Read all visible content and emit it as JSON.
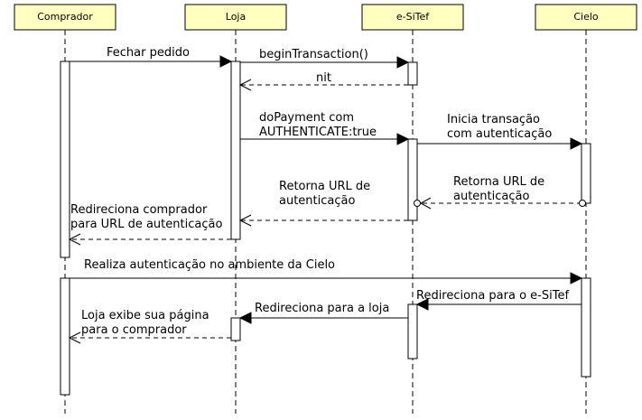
{
  "participants": [
    "Comprador",
    "Loja",
    "e-SiTef",
    "Cielo"
  ],
  "messages": [
    {
      "label": [
        "Fechar pedido"
      ]
    },
    {
      "label": [
        "beginTransaction()"
      ]
    },
    {
      "label": [
        "nit"
      ]
    },
    {
      "label": [
        "doPayment com",
        "AUTHENTICATE:true"
      ]
    },
    {
      "label": [
        "Inicia transação",
        "com autenticação"
      ]
    },
    {
      "label": [
        "Retorna URL de",
        "autenticação"
      ]
    },
    {
      "label": [
        "Retorna URL de",
        "autenticação"
      ]
    },
    {
      "label": [
        "Redireciona comprador",
        "para URL de autenticação"
      ]
    },
    {
      "label": [
        "Realiza autenticação no ambiente da Cielo"
      ]
    },
    {
      "label": [
        "Redireciona para o e-SiTef"
      ]
    },
    {
      "label": [
        "Redireciona para a loja"
      ]
    },
    {
      "label": [
        "Loja exibe sua página",
        "para o comprador"
      ]
    }
  ]
}
